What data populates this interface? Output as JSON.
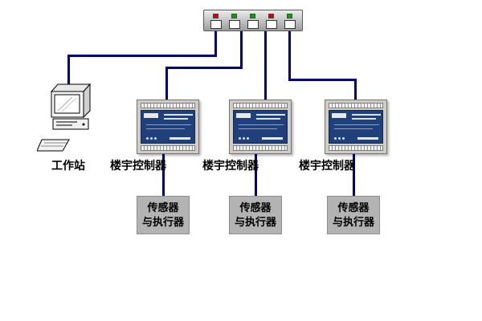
{
  "hub": {
    "name": "network-switch",
    "port_count": 5,
    "leds": [
      "#dd0000",
      "#00a800",
      "#00a800",
      "#dd0000",
      "#00a800"
    ]
  },
  "workstation": {
    "label": "工作站"
  },
  "controllers": [
    {
      "label": "楼宇控制器"
    },
    {
      "label": "楼宇控制器"
    },
    {
      "label": "楼宇控制器"
    }
  ],
  "sensors": [
    {
      "line1": "传感器",
      "line2": "与执行器"
    },
    {
      "line1": "传感器",
      "line2": "与执行器"
    },
    {
      "line1": "传感器",
      "line2": "与执行器"
    }
  ],
  "colors": {
    "connection_line": "#000080",
    "controller_panel": "#20407c",
    "sensor_box": "#b3b3b3",
    "led_red": "#dd0000",
    "led_green": "#00a800"
  }
}
